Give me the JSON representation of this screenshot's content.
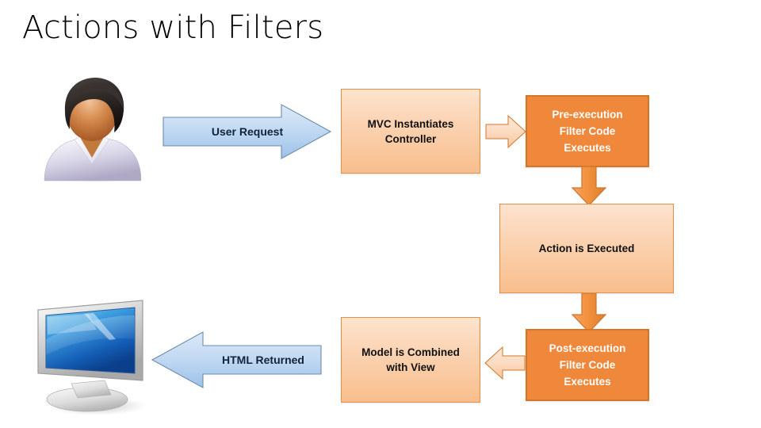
{
  "slide": {
    "title": "Actions with Filters",
    "background_color": "#FFFFFF"
  },
  "theme": {
    "box_light_fill_top": "#FDE3CE",
    "box_light_fill_bottom": "#F8BE8C",
    "box_light_border": "#E0924C",
    "box_dark_fill": "#F0883C",
    "box_dark_border": "#D2762A",
    "box_dark_text": "#FFFFFF",
    "arrow_blue_fill_top": "#D8E6F7",
    "arrow_blue_fill_bottom": "#9DC3EA",
    "arrow_blue_border": "#5D7FA0",
    "arrow_orange_small_fill": "#FBDCC4",
    "arrow_orange_small_border": "#D2762A",
    "arrow_orange_vertical_fill": "#F3943F",
    "arrow_orange_vertical_border": "#C9762F",
    "title_color": "#000000",
    "text_dark": "#111111"
  },
  "diagram": {
    "type": "flow",
    "nodes": [
      {
        "id": "user-clipart",
        "kind": "clipart",
        "icon": "user-avatar-icon",
        "label": ""
      },
      {
        "id": "user-request",
        "kind": "arrow-blue-right",
        "label": "User Request"
      },
      {
        "id": "mvc-instantiates",
        "kind": "box-light",
        "label": "MVC Instantiates\nController",
        "line1": "MVC Instantiates",
        "line2": "Controller"
      },
      {
        "id": "connector-1",
        "kind": "arrow-orange-right",
        "label": ""
      },
      {
        "id": "pre-execution",
        "kind": "box-dark",
        "line1": "Pre-execution",
        "line2": "Filter Code",
        "line3": "Executes"
      },
      {
        "id": "connector-2",
        "kind": "arrow-orange-down",
        "label": ""
      },
      {
        "id": "action-executed",
        "kind": "box-light",
        "line1": "Action is Executed"
      },
      {
        "id": "connector-3",
        "kind": "arrow-orange-down",
        "label": ""
      },
      {
        "id": "post-execution",
        "kind": "box-dark",
        "line1": "Post-execution",
        "line2": "Filter Code",
        "line3": "Executes"
      },
      {
        "id": "connector-4",
        "kind": "arrow-orange-left",
        "label": ""
      },
      {
        "id": "model-combined",
        "kind": "box-light",
        "line1": "Model is Combined",
        "line2": "with View"
      },
      {
        "id": "html-returned",
        "kind": "arrow-blue-left",
        "label": "HTML Returned"
      },
      {
        "id": "monitor-clipart",
        "kind": "clipart",
        "icon": "computer-monitor-icon",
        "label": ""
      }
    ],
    "flow_order": [
      "user-clipart",
      "user-request",
      "mvc-instantiates",
      "pre-execution",
      "action-executed",
      "post-execution",
      "model-combined",
      "html-returned",
      "monitor-clipart"
    ]
  }
}
